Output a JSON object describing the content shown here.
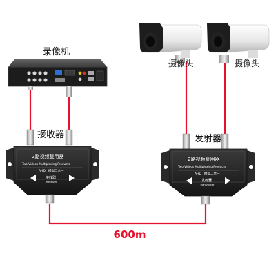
{
  "labels": {
    "dvr": "录像机",
    "camera_left": "摄像头",
    "camera_right": "摄像头",
    "receiver": "接收器",
    "transmitter": "发射器",
    "distance": "600m"
  },
  "receiver_box": {
    "title": "2路视频复用器",
    "subtitle": "Two Videos Multiplexing Products",
    "mode": "模拟二合一",
    "mode_tag": "AHD",
    "role": "接收器",
    "role_en": "Receiver"
  },
  "transmitter_box": {
    "title": "2路视频复用器",
    "subtitle": "Two Videos Multiplexing Products",
    "mode": "模拟二合一",
    "mode_tag": "AHD",
    "role": "发射器",
    "role_en": "Transmitter"
  },
  "colors": {
    "cable": "#e8112d",
    "distance_text": "#e8112d",
    "device_body": "#2b2b2b",
    "box_metal": "#262626"
  }
}
